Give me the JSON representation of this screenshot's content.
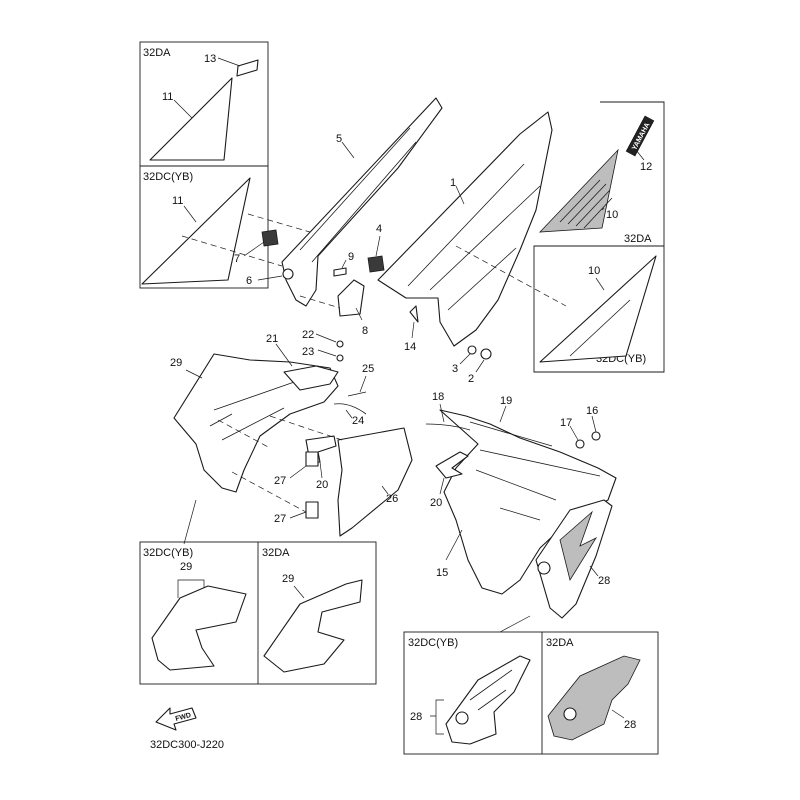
{
  "callouts": {
    "c1": "1",
    "c2": "2",
    "c3": "3",
    "c4": "4",
    "c5": "5",
    "c6": "6",
    "c7": "7",
    "c8": "8",
    "c9": "9",
    "c10a": "10",
    "c10b": "10",
    "c11a": "11",
    "c11b": "11",
    "c12": "12",
    "c13": "13",
    "c14": "14",
    "c15": "15",
    "c16": "16",
    "c17": "17",
    "c18": "18",
    "c19": "19",
    "c20a": "20",
    "c20b": "20",
    "c21": "21",
    "c22": "22",
    "c23": "23",
    "c24": "24",
    "c25": "25",
    "c26": "26",
    "c27a": "27",
    "c27b": "27",
    "c28a": "28",
    "c28b": "28",
    "c28c": "28",
    "c29a": "29",
    "c29b": "29",
    "c29c": "29"
  },
  "boxes": {
    "tl_top": "32DA",
    "tl_bottom": "32DC(YB)",
    "tr_top": "32DA",
    "tr_bottom": "32DC(YB)",
    "bl_left": "32DC(YB)",
    "bl_right": "32DA",
    "br_left": "32DC(YB)",
    "br_right": "32DA"
  },
  "fwd_label": "FWD",
  "emblem_text": "YAMAHA",
  "diagram_code": "32DC300-J220"
}
